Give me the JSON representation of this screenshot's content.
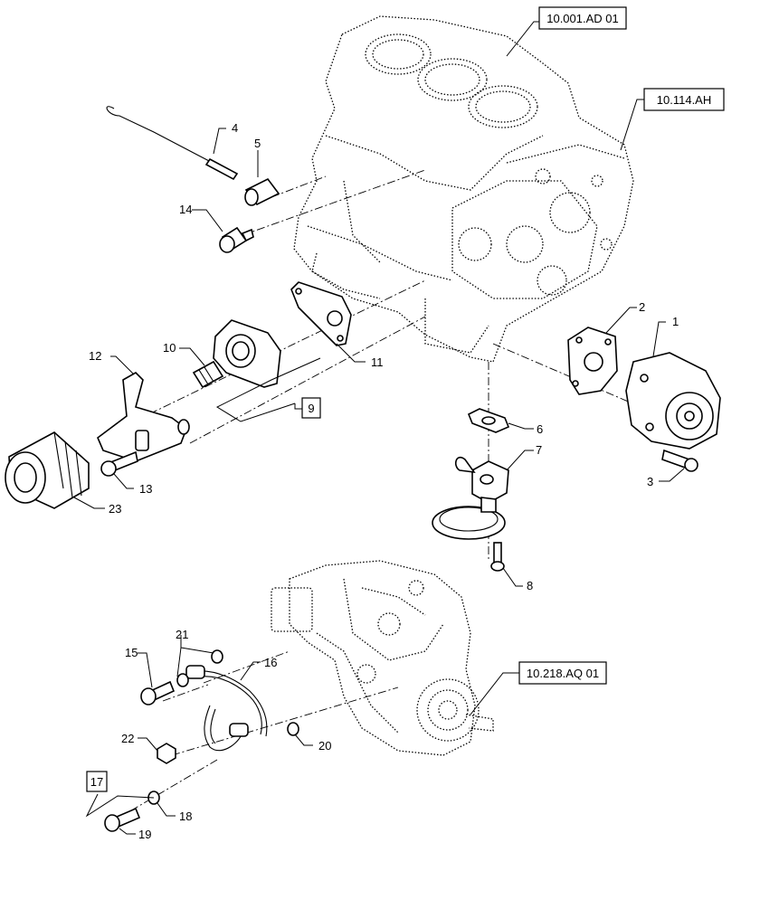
{
  "references": {
    "block": "10.001.AD 01",
    "front_cover": "10.114.AH",
    "injection_pump": "10.218.AQ 01"
  },
  "callouts": {
    "c1": "1",
    "c2": "2",
    "c3": "3",
    "c4": "4",
    "c5": "5",
    "c6": "6",
    "c7": "7",
    "c8": "8",
    "c9": "9",
    "c10": "10",
    "c11": "11",
    "c12": "12",
    "c13": "13",
    "c14": "14",
    "c15": "15",
    "c16": "16",
    "c17": "17",
    "c18": "18",
    "c19": "19",
    "c20": "20",
    "c21": "21",
    "c22": "22",
    "c23": "23"
  }
}
